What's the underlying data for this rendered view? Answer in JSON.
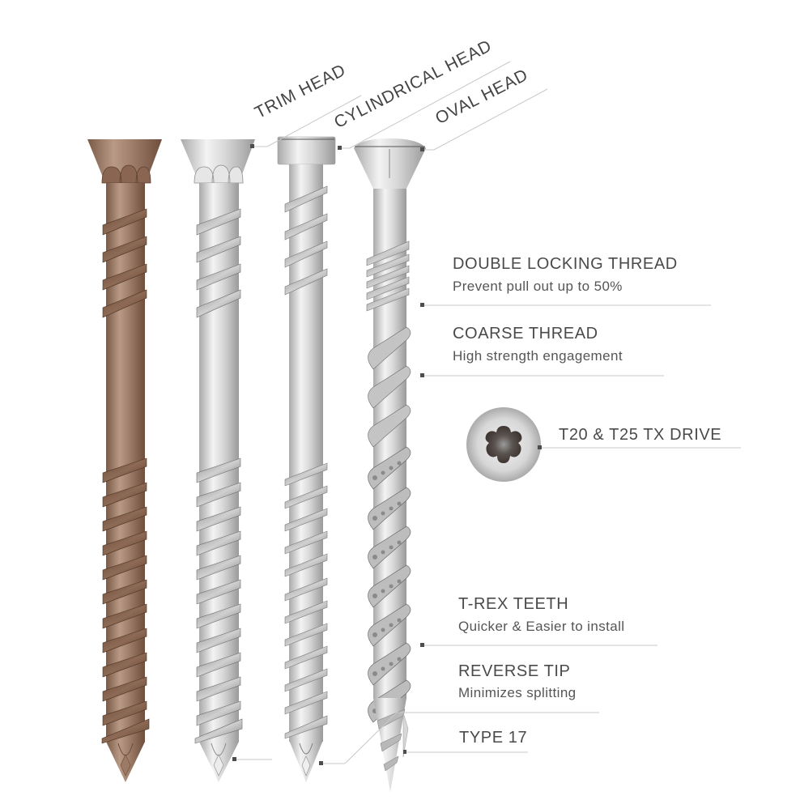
{
  "head_labels": [
    {
      "id": "trim",
      "text": "TRIM HEAD"
    },
    {
      "id": "cylindrical",
      "text": "CYLINDRICAL HEAD"
    },
    {
      "id": "oval",
      "text": "OVAL HEAD"
    }
  ],
  "features": [
    {
      "title": "DOUBLE LOCKING THREAD",
      "subtitle": "Prevent pull out up to 50%"
    },
    {
      "title": "COARSE THREAD",
      "subtitle": "High strength engagement"
    },
    {
      "title": "T20 & T25 TX DRIVE",
      "subtitle": ""
    },
    {
      "title": "T-REX TEETH",
      "subtitle": "Quicker & Easier to install"
    },
    {
      "title": "REVERSE TIP",
      "subtitle": "Minimizes splitting"
    },
    {
      "title": "TYPE 17",
      "subtitle": ""
    }
  ],
  "screws": [
    {
      "name": "brown-trim-head-screw",
      "finish": "brown",
      "color": "#8b6a55"
    },
    {
      "name": "silver-trim-head-screw",
      "finish": "silver",
      "color": "#c9c9c9"
    },
    {
      "name": "silver-cylindrical-head-screw",
      "finish": "silver",
      "color": "#c9c9c9"
    },
    {
      "name": "silver-oval-head-screw",
      "finish": "silver",
      "color": "#c9c9c9"
    }
  ],
  "colors": {
    "text": "#4a4a4a",
    "leader": "#c8c8c8",
    "marker": "#4d4d4d",
    "brown": "#8b6a55",
    "silver": "#cfcfcf",
    "torx": "#4a3f3a"
  }
}
